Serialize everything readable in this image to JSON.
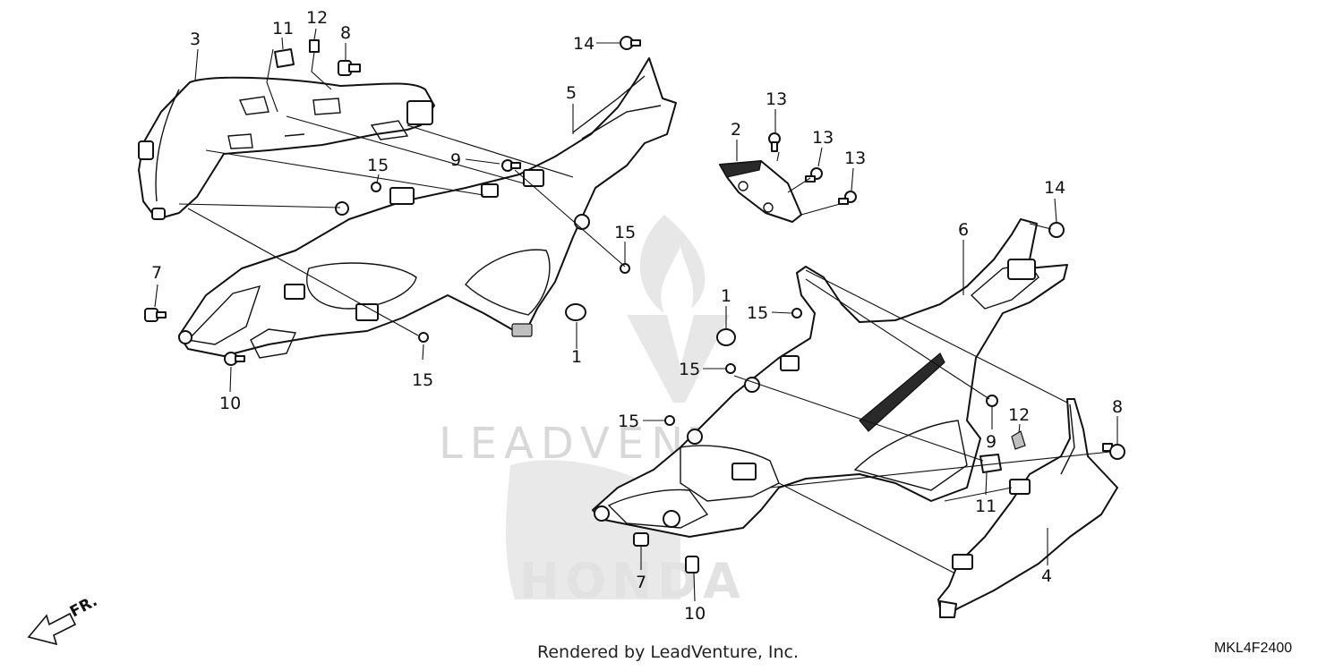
{
  "diagram": {
    "credit": "Rendered by LeadVenture, Inc.",
    "code": "MKL4F2400",
    "direction_label": "FR.",
    "watermark_text": "LEADVENTURE",
    "watermark_brand": "HONDA",
    "callouts": {
      "c3": "3",
      "c11a": "11",
      "c12a": "12",
      "c8a": "8",
      "c14a": "14",
      "c5": "5",
      "c9a": "9",
      "c15a": "15",
      "c15b": "15",
      "c7a": "7",
      "c15c": "15",
      "c10a": "10",
      "c1a": "1",
      "c2": "2",
      "c13a": "13",
      "c13b": "13",
      "c13c": "13",
      "c14b": "14",
      "c6": "6",
      "c1b": "1",
      "c15d": "15",
      "c15e": "15",
      "c15f": "15",
      "c12b": "12",
      "c8b": "8",
      "c9b": "9",
      "c11b": "11",
      "c4": "4",
      "c7b": "7",
      "c10b": "10"
    }
  }
}
